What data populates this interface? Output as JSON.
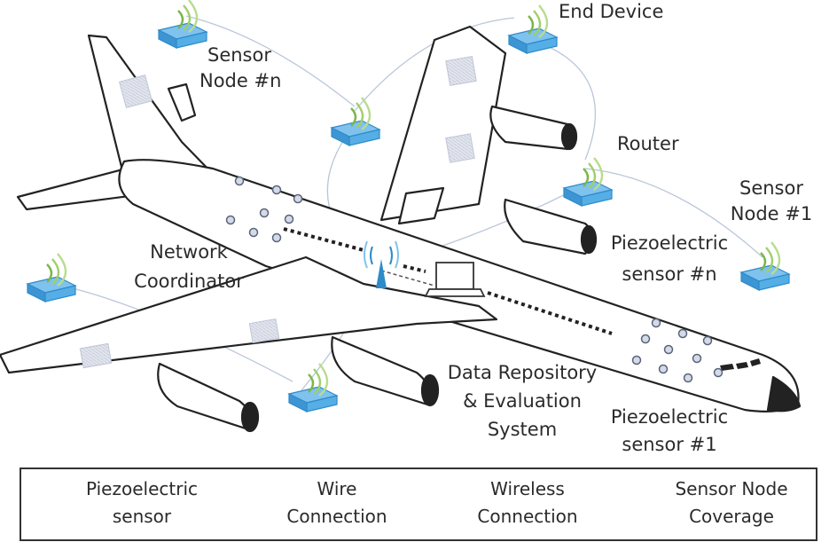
{
  "labels": {
    "sensor_node_n": [
      "Sensor",
      "Node #n"
    ],
    "end_device": "End Device",
    "router": "Router",
    "sensor_node_1": [
      "Sensor",
      "Node #1"
    ],
    "network_coordinator": [
      "Network",
      "Coordinator"
    ],
    "piezo_n": [
      "Piezoelectric",
      "sensor #n"
    ],
    "data_repo": [
      "Data Repository",
      "& Evaluation",
      "System"
    ],
    "piezo_1": [
      "Piezoelectric",
      "sensor #1"
    ]
  },
  "legend": {
    "piezo": [
      "Piezoelectric",
      "sensor"
    ],
    "wire": [
      "Wire",
      "Connection"
    ],
    "wireless": [
      "Wireless",
      "Connection"
    ],
    "coverage": [
      "Sensor Node",
      "Coverage"
    ]
  },
  "colors": {
    "device_blue": "#4aa3df",
    "signal_green": "#7ab648",
    "coverage_fill": "#dfe3ee",
    "sensor_fill": "#d4dae8"
  }
}
